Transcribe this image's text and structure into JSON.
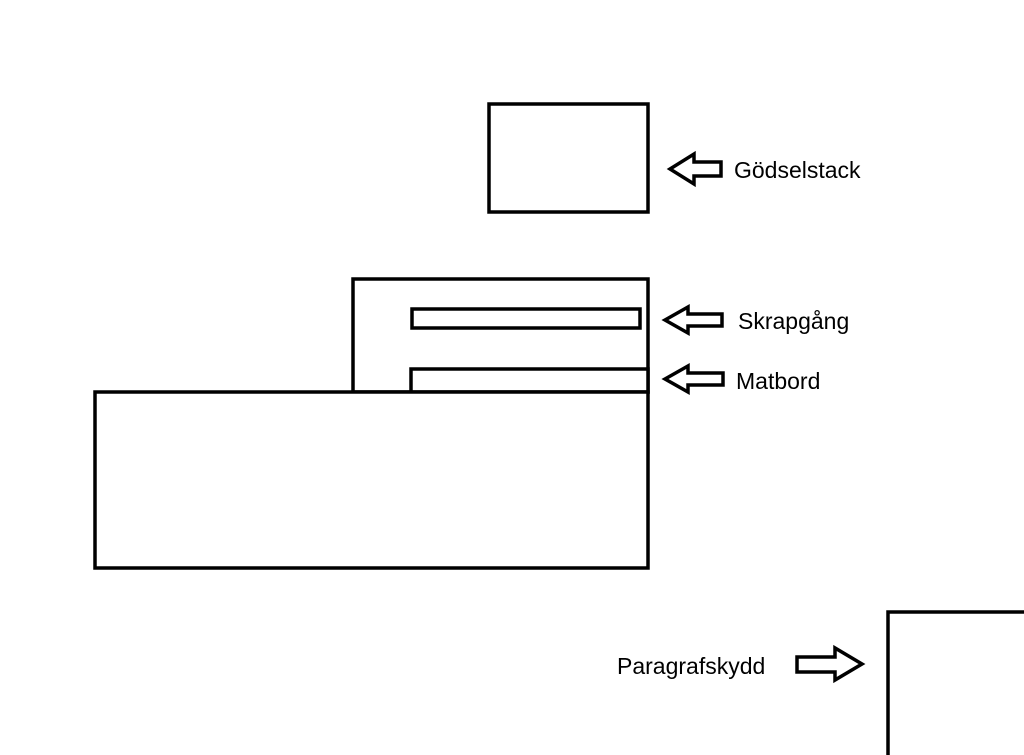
{
  "colors": {
    "stroke": "#000000",
    "background": "#ffffff"
  },
  "labels": {
    "godselstack": "Gödselstack",
    "skrapgang": "Skrapgång",
    "matbord": "Matbord",
    "paragrafskydd": "Paragrafskydd"
  }
}
